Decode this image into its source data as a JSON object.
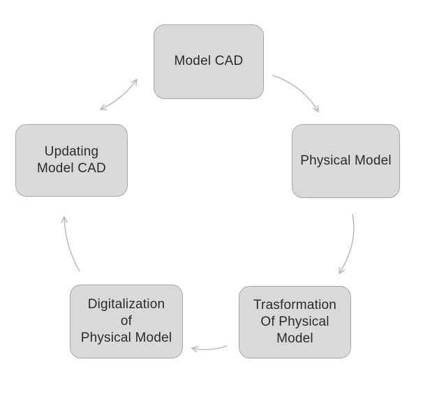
{
  "diagram": {
    "nodes": [
      {
        "id": "model-cad",
        "label": "Model CAD"
      },
      {
        "id": "physical-model",
        "label": "Physical Model"
      },
      {
        "id": "trasformation-of-physical-model",
        "label": "Trasformation\nOf Physical\nModel"
      },
      {
        "id": "digitalization-of-physical-model",
        "label": "Digitalization\nof\nPhysical Model"
      },
      {
        "id": "updating-model-cad",
        "label": "Updating\nModel CAD"
      }
    ],
    "connections": [
      {
        "from": "Model CAD",
        "to": "Physical Model",
        "style": "single-arrow"
      },
      {
        "from": "Physical Model",
        "to": "Trasformation Of Physical Model",
        "style": "single-arrow"
      },
      {
        "from": "Trasformation Of Physical Model",
        "to": "Digitalization of Physical Model",
        "style": "single-arrow"
      },
      {
        "from": "Digitalization of Physical Model",
        "to": "Updating Model CAD",
        "style": "single-arrow"
      },
      {
        "from": "Updating Model CAD",
        "to": "Model CAD",
        "style": "double-arrow"
      }
    ],
    "colors": {
      "background": "#ffffff",
      "node_fill": "#d9d9d9",
      "node_border": "#a6a6a6",
      "node_text": "#2b2b2b",
      "arrow": "#b5b5b5"
    }
  }
}
